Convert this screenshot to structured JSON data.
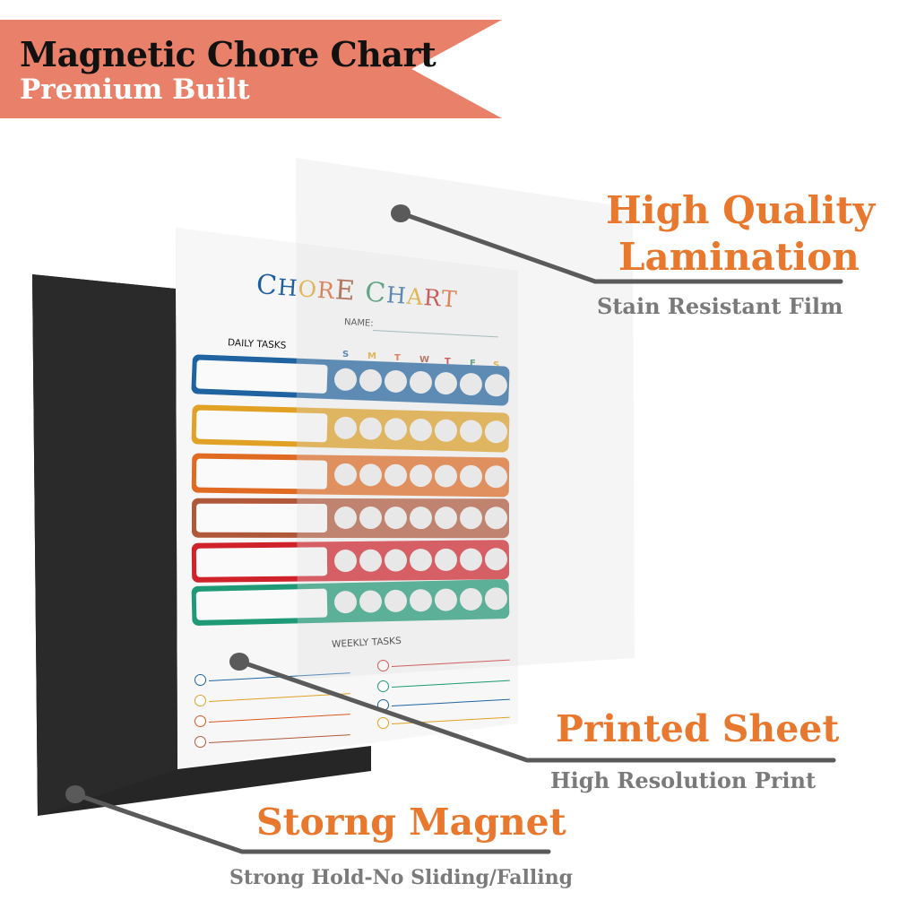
{
  "banner": {
    "title": "Magnetic Chore Chart",
    "subtitle": "Premium Built",
    "color": "#e9806a"
  },
  "chart_sheet": {
    "title_letters": [
      {
        "ch": "C",
        "color": "#1f5f9e"
      },
      {
        "ch": "H",
        "color": "#1f5f9e"
      },
      {
        "ch": "O",
        "color": "#e0a31f"
      },
      {
        "ch": "R",
        "color": "#d9581c"
      },
      {
        "ch": "E",
        "color": "#9a4a2a"
      },
      {
        "ch": " ",
        "color": "#000000"
      },
      {
        "ch": "C",
        "color": "#2a8a5a"
      },
      {
        "ch": "H",
        "color": "#1f5f9e"
      },
      {
        "ch": "A",
        "color": "#e0a31f"
      },
      {
        "ch": "R",
        "color": "#c81e1e"
      },
      {
        "ch": "T",
        "color": "#d9581c"
      }
    ],
    "name_label": "NAME:",
    "daily_label": "DAILY TASKS",
    "weekly_label": "WEEKLY TASKS",
    "days": [
      {
        "letter": "S",
        "color": "#1f5f9e"
      },
      {
        "letter": "M",
        "color": "#e0a31f"
      },
      {
        "letter": "T",
        "color": "#d9581c"
      },
      {
        "letter": "W",
        "color": "#9a4a2a"
      },
      {
        "letter": "T",
        "color": "#c81e1e"
      },
      {
        "letter": "F",
        "color": "#2a8a5a"
      },
      {
        "letter": "S",
        "color": "#e0a31f"
      }
    ],
    "row_colors": [
      "#1f63a0",
      "#e0a125",
      "#e06a22",
      "#b0583a",
      "#d0222a",
      "#1e9a76"
    ],
    "weekly_colors_left": [
      "#1f63a0",
      "#e0a125",
      "#d9581c",
      "#b0583a"
    ],
    "weekly_colors_right": [
      "#c81e1e",
      "#1e9a76",
      "#1f63a0",
      "#e0a125"
    ]
  },
  "callouts": {
    "lamination": {
      "title_line1": "High Quality",
      "title_line2": "Lamination",
      "subtitle": "Stain Resistant Film"
    },
    "printed": {
      "title": "Printed Sheet",
      "subtitle": "High Resolution Print"
    },
    "magnet": {
      "title": "Storng Magnet",
      "subtitle": "Strong Hold-No Sliding/Falling"
    }
  },
  "colors": {
    "accent": "#e8782e",
    "subtitle_gray": "#7a7a7a",
    "magnet": "#262626",
    "connector": "#5a5a5a"
  }
}
